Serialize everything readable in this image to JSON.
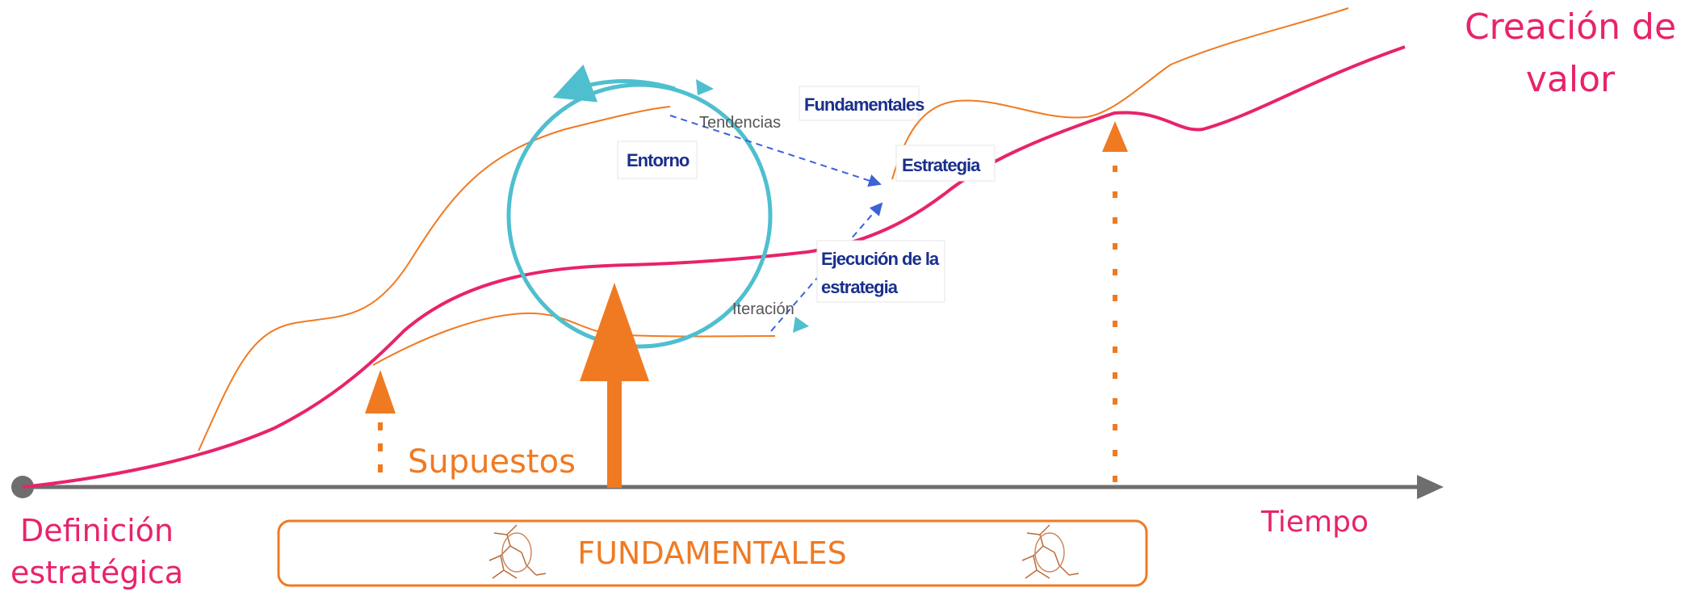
{
  "labels": {
    "value_creation_line1": "Creación de",
    "value_creation_line2": "valor",
    "time_axis": "Tiempo",
    "origin_line1": "Definición",
    "origin_line2": "estratégica",
    "assumptions": "Supuestos",
    "foundations_box": "FUNDAMENTALES"
  },
  "cycle": {
    "environment": "Entorno",
    "fundamentals": "Fundamentales",
    "strategy": "Estrategia",
    "execution_line1": "Ejecución de la",
    "execution_line2": "estrategia",
    "trends": "Tendencias",
    "iteration": "Iteración"
  },
  "colors": {
    "value_curve": "#e8236b",
    "assumption_curves": "#f07a22",
    "axis": "#6e6e6e",
    "cycle_ring": "#4fbfcf",
    "cycle_text": "#1a2f8c",
    "dashed_arrows": "#3b63d6"
  },
  "icons": [
    "cracked-wall-icon"
  ]
}
